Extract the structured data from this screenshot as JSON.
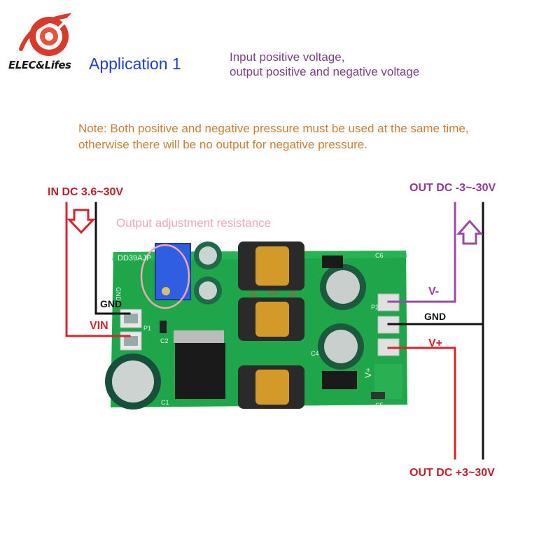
{
  "header": {
    "logo_text": "ELEC&Lifes",
    "title": "Application 1",
    "subtitle_line1": "Input positive voltage,",
    "subtitle_line2": "output positive and negative voltage"
  },
  "note": {
    "line1": "Note: Both positive and negative pressure must be used at the same time,",
    "line2": "otherwise there will be no output for negative pressure."
  },
  "labels": {
    "input": "IN DC 3.6~30V",
    "output_negative": "OUT DC -3~-30V",
    "output_positive": "OUT DC +3~30V",
    "adjustment": "Output adjustment resistance",
    "gnd_left": "GND",
    "vin": "VIN",
    "v_minus": "V-",
    "gnd_right": "GND",
    "v_plus": "V+"
  },
  "board": {
    "model": "DD39AJP",
    "silk_gnd": "GND",
    "silk_p1": "P1",
    "silk_c2": "C2",
    "silk_c1": "C1",
    "silk_c4": "C4",
    "silk_c5": "C5",
    "silk_c6": "C6",
    "silk_p2": "P2",
    "silk_vplus": "V+"
  },
  "colors": {
    "red_wire": "#d4262e",
    "purple_wire": "#9b4aa3",
    "black_wire": "#111111",
    "pcb_green": "#1fa64a",
    "title_blue": "#1f3fd1",
    "note_orange": "#c97f38"
  }
}
